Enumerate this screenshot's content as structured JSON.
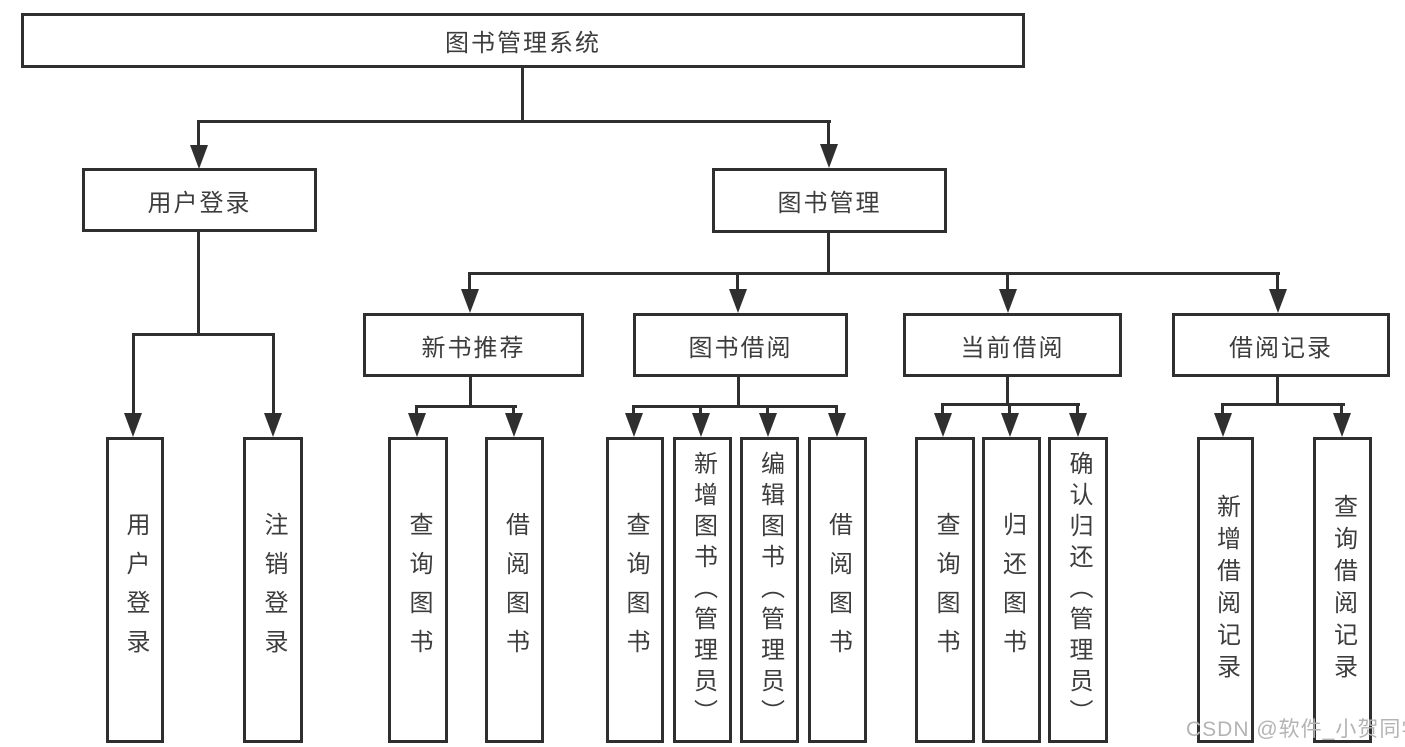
{
  "title": "图书管理系统",
  "watermark": "CSDN @软件_小贺同学",
  "colors": {
    "background": "#ffffff",
    "line": "#2f2f2f",
    "text": "#3d3d3d",
    "watermark": "#b4b4b4"
  },
  "tree": {
    "root": "图书管理系统",
    "userLogin": {
      "label": "用户登录",
      "children": [
        "用户登录",
        "注销登录"
      ]
    },
    "bookManagement": {
      "label": "图书管理",
      "newBookRecommend": {
        "label": "新书推荐",
        "children": [
          "查询图书",
          "借阅图书"
        ]
      },
      "bookBorrowing": {
        "label": "图书借阅",
        "children": [
          "查询图书",
          "新增图书（管理员）",
          "编辑图书（管理员）",
          "借阅图书"
        ]
      },
      "currentBorrowing": {
        "label": "当前借阅",
        "children": [
          "查询图书",
          "归还图书",
          "确认归还（管理员）"
        ]
      },
      "borrowingRecords": {
        "label": "借阅记录",
        "children": [
          "新增借阅记录",
          "查询借阅记录"
        ]
      }
    }
  }
}
